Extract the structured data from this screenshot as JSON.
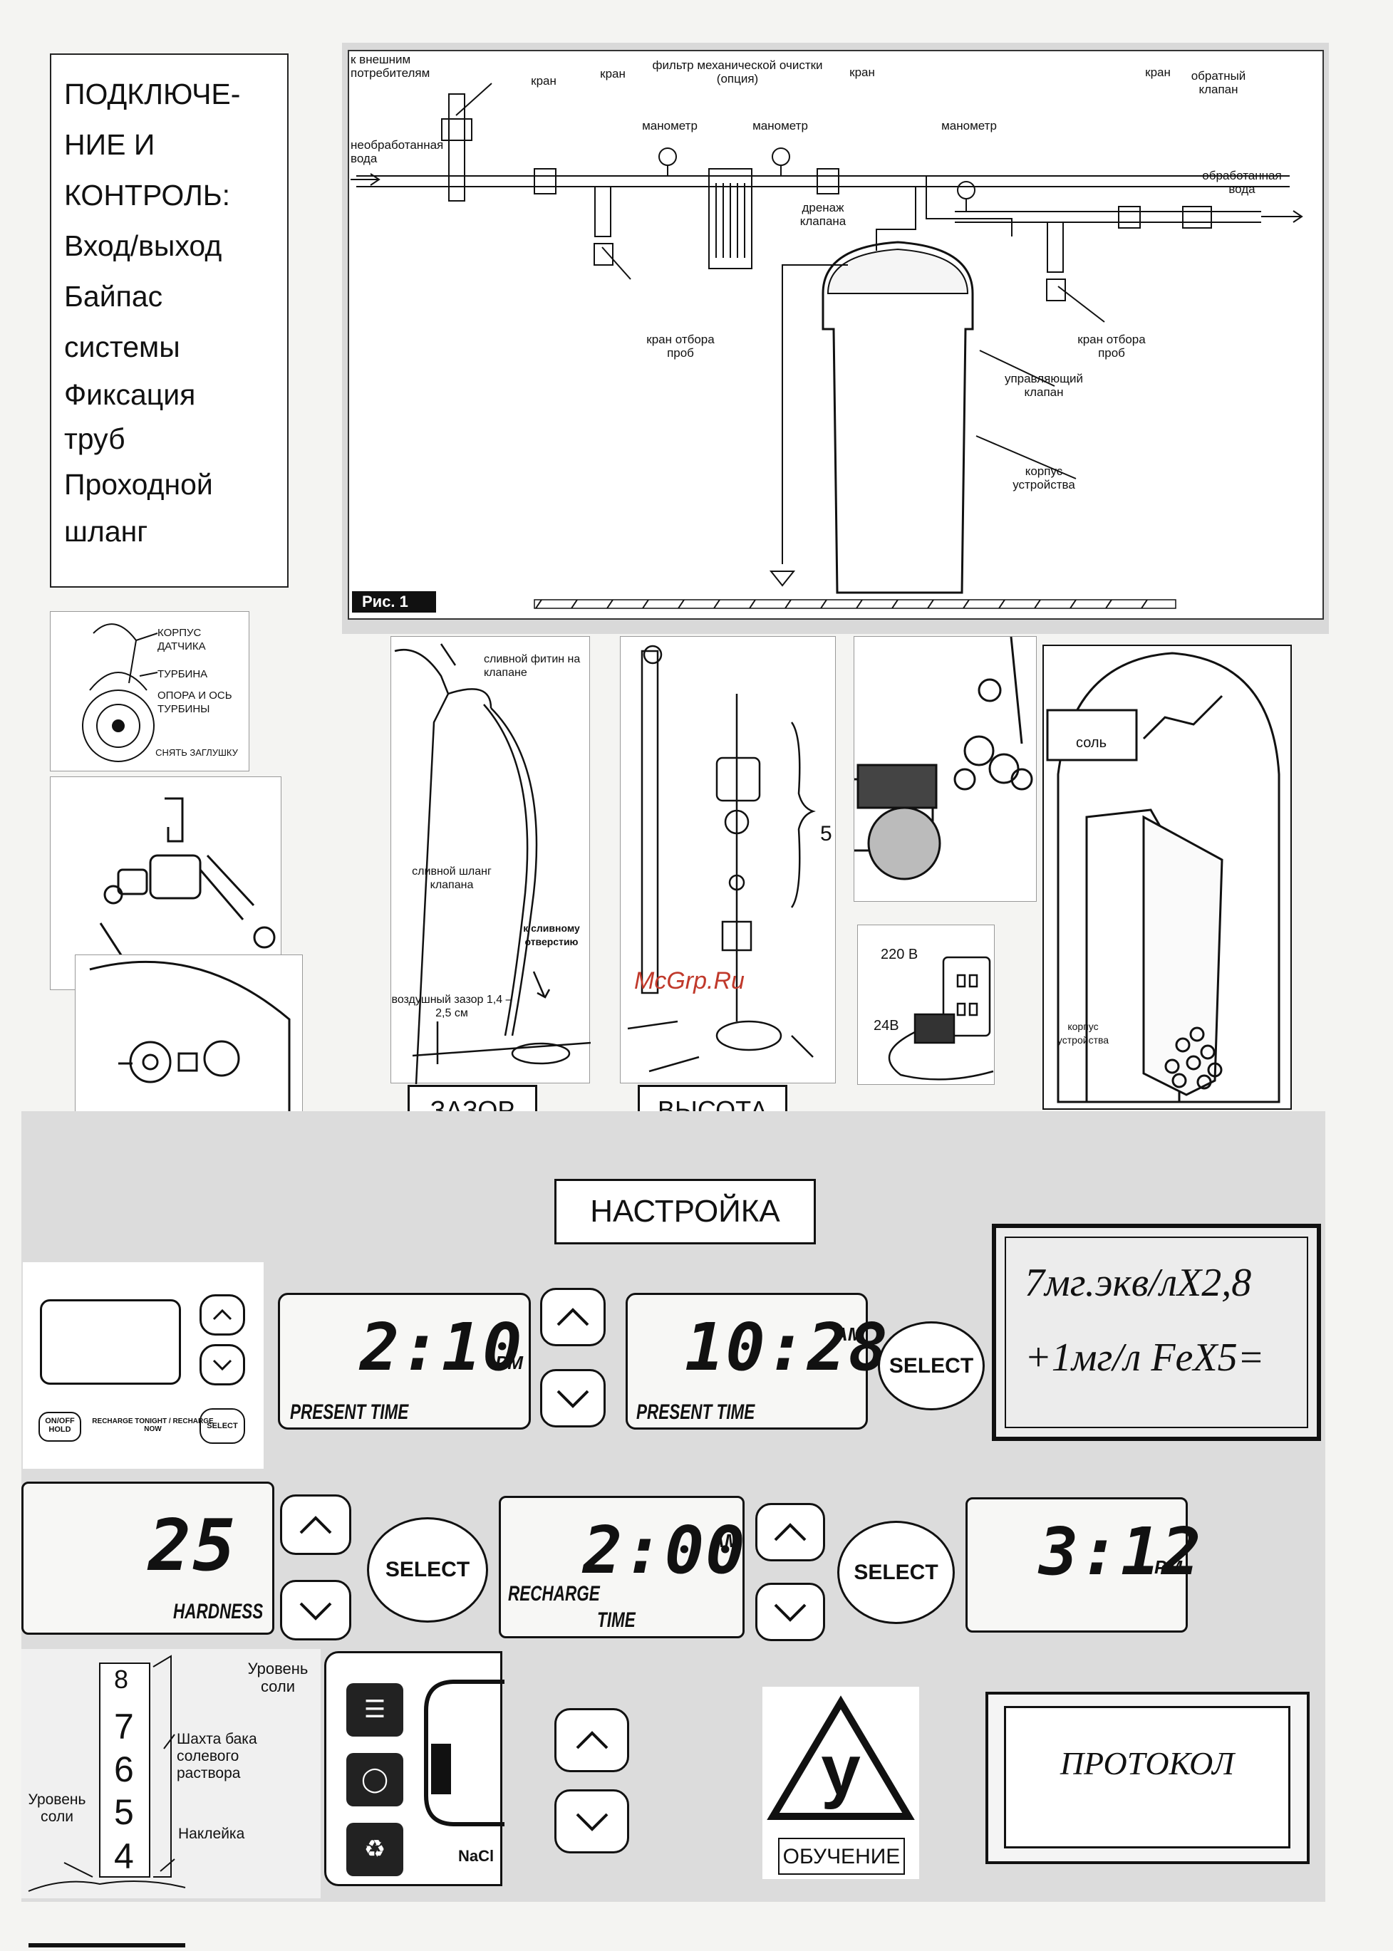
{
  "intro": {
    "lines": [
      "ПОДКЛЮЧЕ-",
      "НИЕ И",
      "КОНТРОЛЬ:",
      "Вход/выход",
      "Байпас",
      "системы",
      "Фиксация",
      "труб",
      "Проходной",
      "шланг"
    ]
  },
  "fig1": {
    "caption": "Рис. 1",
    "labels": {
      "ext_consumers": "к внешним потребителям",
      "untreated": "необработанная вода",
      "valve1": "кран",
      "valve2": "кран",
      "valve3": "кран",
      "valve4": "кран",
      "filter": "фильтр механической очистки (опция)",
      "gauge1": "манометр",
      "gauge2": "манометр",
      "gauge3": "манометр",
      "check_valve": "обратный клапан",
      "treated": "обработанная вода",
      "drain": "дренаж клапана",
      "sample1": "кран отбора проб",
      "sample2": "кран отбора проб",
      "control_valve": "управляющий клапан",
      "body": "корпус устройства"
    }
  },
  "turbine": {
    "labels": [
      "КОРПУС ДАТЧИКА",
      "ТУРБИНА",
      "ОПОРА И ОСЬ ТУРБИНЫ",
      "СНЯТЬ ЗАГЛУШКУ"
    ]
  },
  "drain_fig": {
    "fitting": "сливной фитин на клапане",
    "hose": "сливной шланг клапана",
    "to_drain": "к сливному отверстию",
    "air_gap": "воздушный зазор 1,4 – 2,5 см",
    "button": "ЗАЗОР"
  },
  "height_fig": {
    "number": "5",
    "button": "ВЫСОТА"
  },
  "power_fig": {
    "v220": "220 В",
    "v24": "24В"
  },
  "salt_fig": {
    "salt": "соль",
    "body": "корпус устройства"
  },
  "watermark": "McGrp.Ru",
  "setup_title": "НАСТРОЙКА",
  "controller": {
    "onoff": "ON/OFF HOLD",
    "recharge": "RECHARGE TONIGHT / RECHARGE NOW",
    "select": "SELECT"
  },
  "lcd1": {
    "value": "2:10",
    "ampm": "PM",
    "caption": "PRESENT TIME"
  },
  "lcd2": {
    "value": "10:28",
    "ampm": "AM",
    "caption": "PRESENT TIME"
  },
  "select_label": "SELECT",
  "formula": {
    "line1": "7мг.экв/лX2,8",
    "line2": "+1мг/л FeX5="
  },
  "lcd3": {
    "value": "25",
    "caption": "HARDNESS"
  },
  "lcd4": {
    "value": "2:00",
    "ampm": "AM",
    "caption1": "RECHARGE",
    "caption2": "TIME"
  },
  "lcd5": {
    "value": "3:12",
    "ampm": "PM"
  },
  "salt_well": {
    "ruler_marks": [
      "8",
      "7",
      "6",
      "5",
      "4"
    ],
    "salt_level_left": "Уровень соли",
    "shaft": "Шахта бака солевого раствора",
    "sticker": "Наклейка"
  },
  "salt_panel": {
    "salt_level": "Уровень соли",
    "nacl": "NaCl"
  },
  "training": {
    "letter": "у",
    "label": "ОБУЧЕНИЕ"
  },
  "protocol": "ПРОТОКОЛ"
}
